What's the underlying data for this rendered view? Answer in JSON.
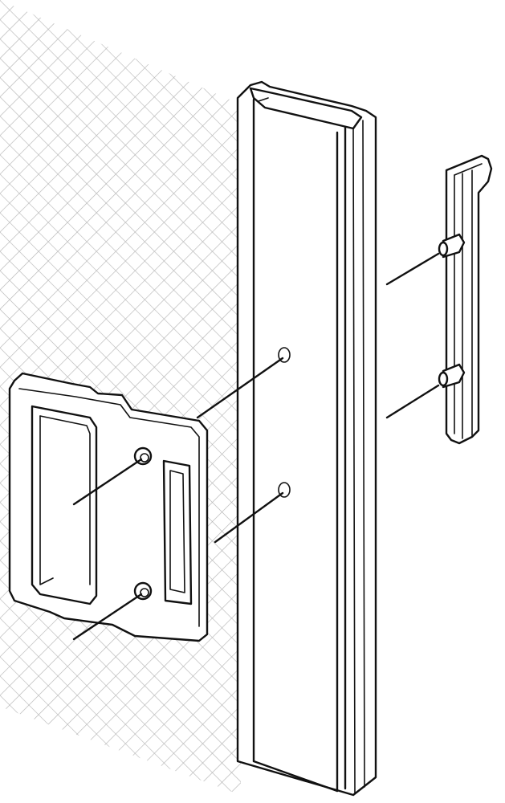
{
  "colors": {
    "line": "#111111",
    "mesh": "#b5b5b5",
    "background": "#ffffff"
  },
  "parts": [
    "wire-mesh-fence",
    "fence-post",
    "mounting-bracket-plate",
    "cover-strip"
  ],
  "fasteners": {
    "post_holes": 2,
    "plate_holes": 2,
    "strip_studs": 2
  }
}
